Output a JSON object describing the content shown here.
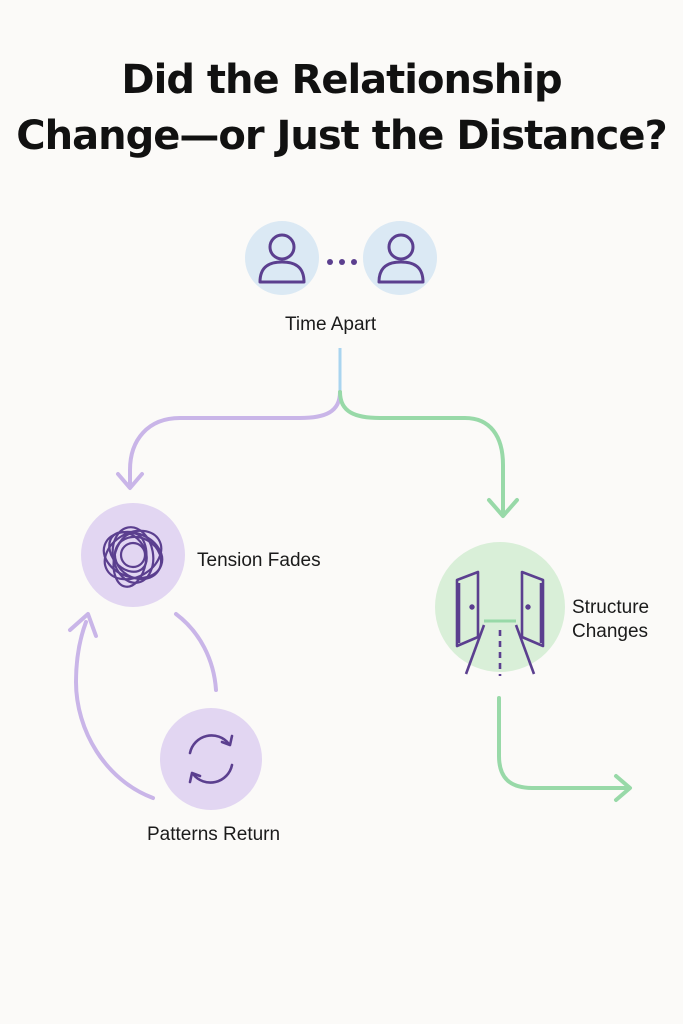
{
  "title": {
    "line1": "Did the Relationship",
    "line2": "Change—or Just the Distance?"
  },
  "nodes": {
    "time_apart": {
      "label": "Time Apart",
      "icon": "two-people-icon"
    },
    "tension_fades": {
      "label": "Tension Fades",
      "icon": "tangled-loops-icon"
    },
    "patterns_return": {
      "label": "Patterns Return",
      "icon": "cycle-arrows-icon"
    },
    "structure_changes": {
      "label_line1": "Structure",
      "label_line2": "Changes",
      "icon": "open-doors-icon"
    }
  },
  "colors": {
    "background": "#fbfaf8",
    "person_circle": "#dbe9f4",
    "icon_stroke": "#5b3f8f",
    "purple_path": "#c9b5e8",
    "purple_circle": "#e2d6f2",
    "green_path": "#98d9a8",
    "green_circle": "#d9efd8",
    "blue_stem": "#a9d4ef"
  }
}
